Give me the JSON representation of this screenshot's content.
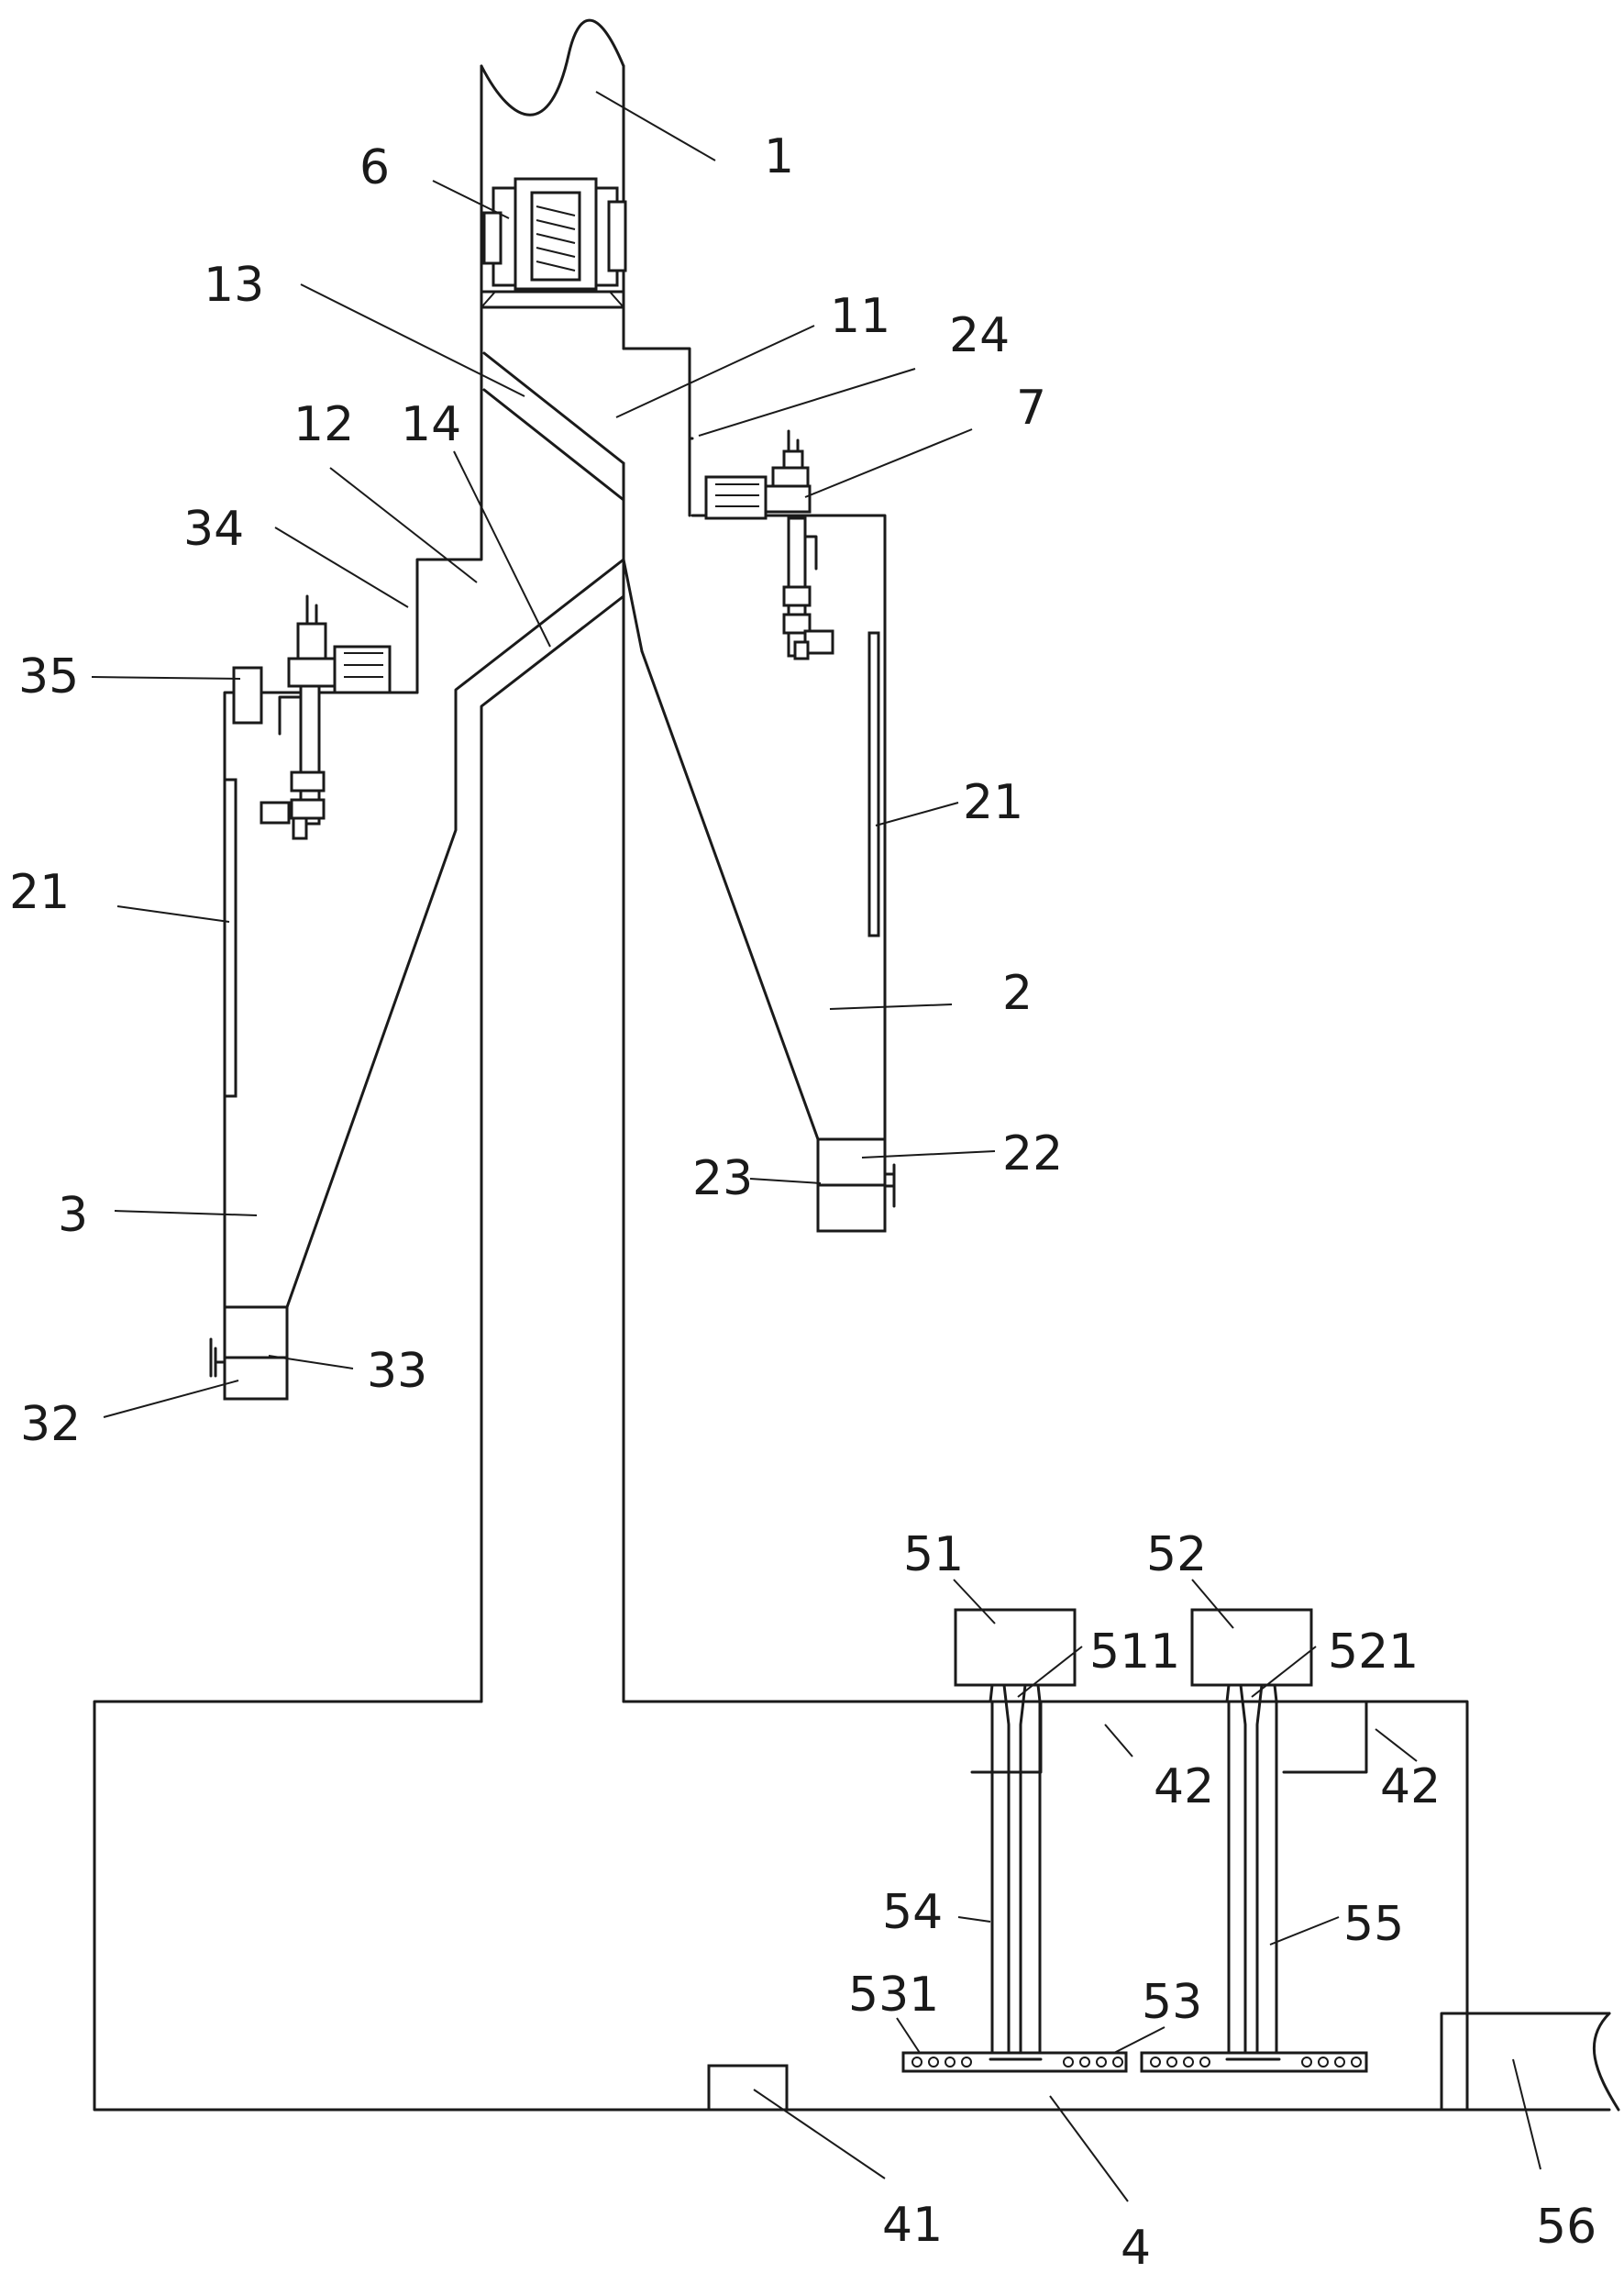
{
  "labels": {
    "l1": "1",
    "l6": "6",
    "l13": "13",
    "l11": "11",
    "l24": "24",
    "l7": "7",
    "l12": "12",
    "l14": "14",
    "l34": "34",
    "l35": "35",
    "l21a": "21",
    "l21b": "21",
    "l2": "2",
    "l22": "22",
    "l23": "23",
    "l3": "3",
    "l33": "33",
    "l32": "32",
    "l51": "51",
    "l52": "52",
    "l511": "511",
    "l521": "521",
    "l42a": "42",
    "l42b": "42",
    "l54": "54",
    "l55": "55",
    "l531": "531",
    "l53": "53",
    "l41": "41",
    "l4": "4",
    "l56": "56"
  }
}
